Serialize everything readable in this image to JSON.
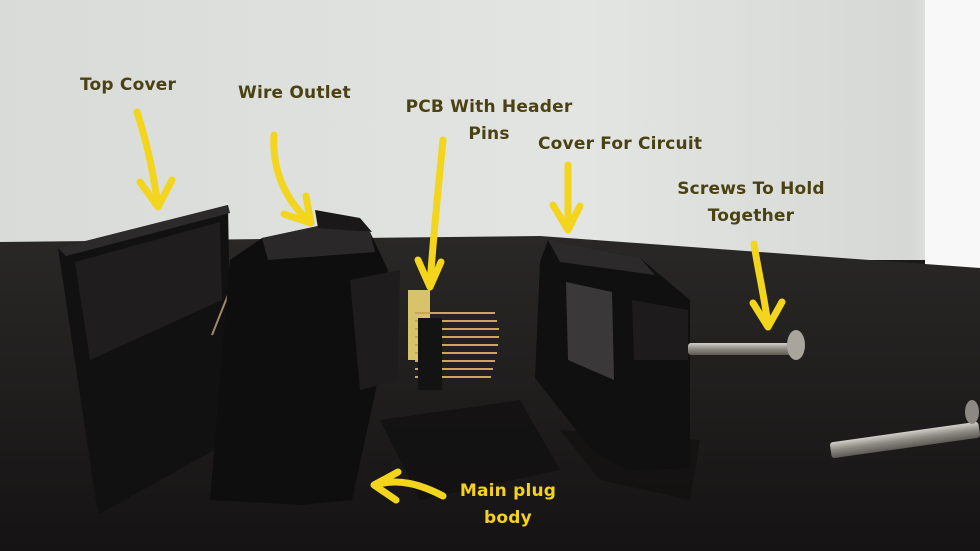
{
  "photo": {
    "subject": "disassembled 3D-printed connector parts on a dark surface",
    "colors": {
      "wall": "#e2e4e2",
      "table": "#1c1a1a",
      "parts": "#101010",
      "arrow": "#f2d51c",
      "label_dark": "#4b4214",
      "label_yellow": "#f6d21a",
      "screw": "#a9a49c",
      "pins": "#c9a65a"
    }
  },
  "labels": {
    "top_cover": "Top Cover",
    "wire_outlet": "Wire Outlet",
    "pcb_with_header_pins": "PCB With Header\nPins",
    "cover_for_circuit": "Cover For Circuit",
    "screws_to_hold_together": "Screws To Hold\nTogether",
    "main_plug_body": "Main plug\nbody"
  }
}
